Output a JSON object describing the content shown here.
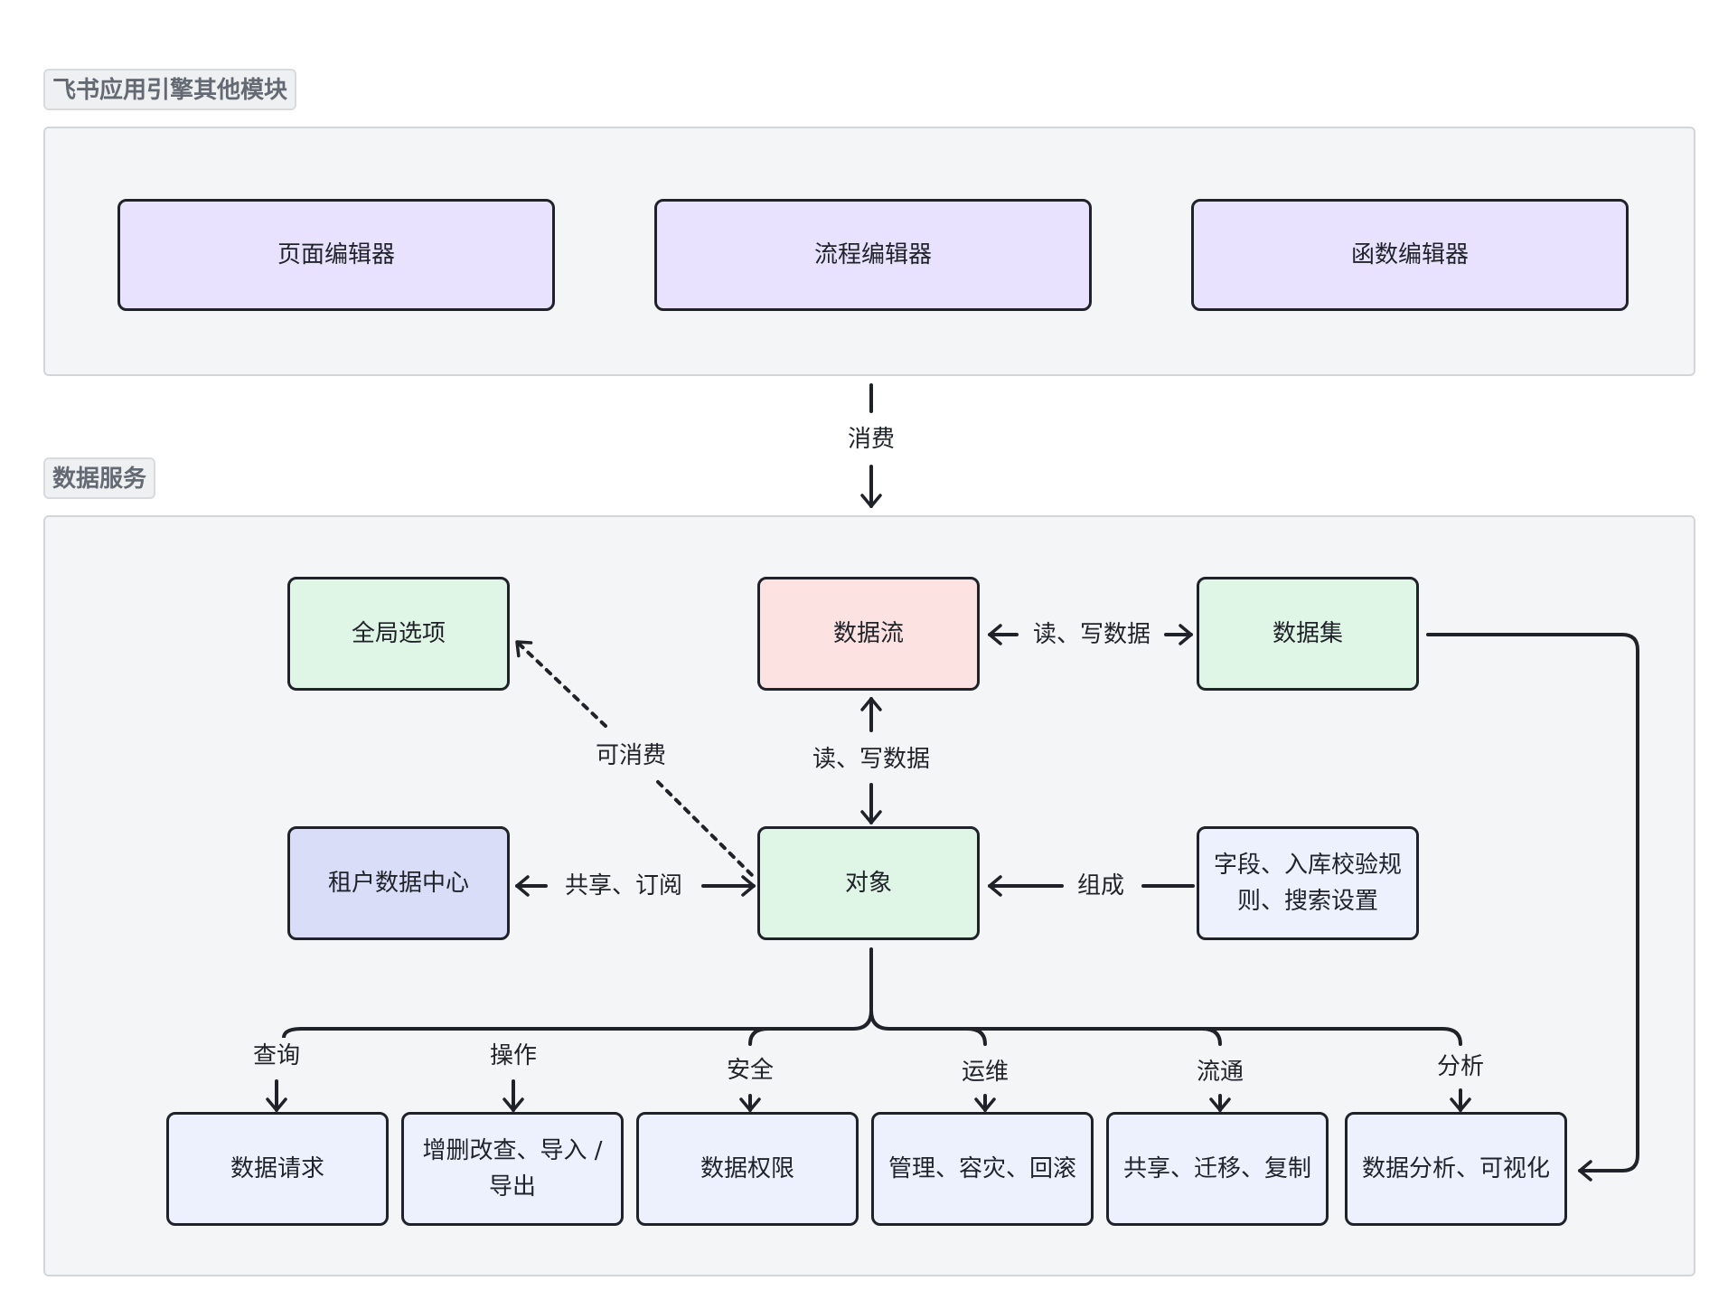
{
  "sections": {
    "top": "飞书应用引擎其他模块",
    "bottom": "数据服务"
  },
  "nodes": {
    "page_editor": "页面编辑器",
    "flow_editor": "流程编辑器",
    "function_editor": "函数编辑器",
    "global_options": "全局选项",
    "data_flow": "数据流",
    "dataset": "数据集",
    "tenant_data_center": "租户数据中心",
    "object": "对象",
    "fields": "字段、入库校验规则、搜索设置",
    "data_request": "数据请求",
    "crud": "增删改查、导入 / 导出",
    "data_permission": "数据权限",
    "management": "管理、容灾、回滚",
    "sharing": "共享、迁移、复制",
    "analysis": "数据分析、可视化"
  },
  "edges": {
    "consume": "消费",
    "can_consume": "可消费",
    "rw_dataset": "读、写数据",
    "rw_dataflow": "读、写数据",
    "share_subscribe": "共享、订阅",
    "compose": "组成",
    "query": "查询",
    "operate": "操作",
    "security": "安全",
    "ops": "运维",
    "circulation": "流通",
    "analyze": "分析"
  },
  "colors": {
    "line": "#1f2329",
    "frame_bg": "#f4f5f6",
    "purple_node": "#e9e2fe",
    "green_node": "#dff5e5",
    "pink_node": "#fde2e2",
    "blue_node": "#d9ddf7",
    "light_node": "#edf1fe"
  }
}
